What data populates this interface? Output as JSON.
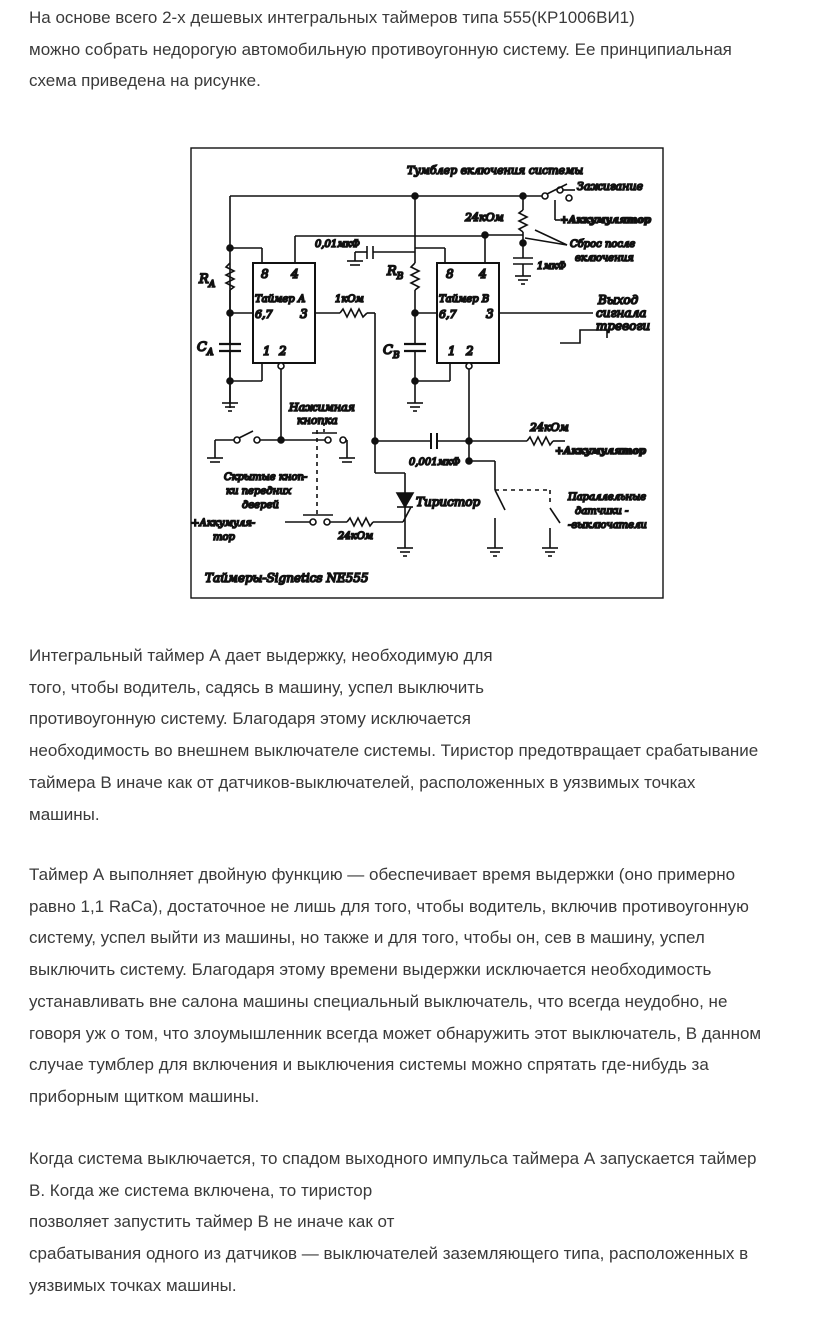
{
  "article": {
    "intro_lines": [
      "На основе всего 2-х дешевых интегральных таймеров типа 555(КР1006ВИ1)",
      "можно собрать недорогую автомобильную противоугонную систему. Ее принципиальная",
      "схема приведена на рисунке."
    ],
    "paragraph2_lines": [
      "Интегральный таймер А дает выдержку, необходимую для",
      "того, чтобы водитель, садясь в машину, успел выключить",
      "противоугонную систему. Благодаря этому исключается",
      "необходимость во внешнем выключателе системы. Тиристор предотвращает срабатывание",
      "таймера В иначе как от датчиков-выключателей, расположенных в уязвимых точках",
      "машины."
    ],
    "paragraph3_lines": [
      "Таймер А выполняет двойную функцию — обеспечивает время выдержки (оно примерно",
      "равно 1,1 RaCa), достаточное не лишь для того, чтобы водитель, включив противоугонную",
      "систему, успел выйти из машины, но также и для того, чтобы он, сев в машину, успел",
      "выключить систему. Благодаря этому времени выдержки исключается необходимость",
      "устанавливать вне салона машины специальный выключатель, что всегда неудобно, не",
      "говоря уж о том, что злоумышленник всегда может обнаружить этот выключатель, В данном",
      "случае тумблер для включения и выключения системы можно спрятать где-нибудь за",
      "приборным щитком машины."
    ],
    "paragraph4_lines": [
      "Когда система выключается, то спадом выходного импульса таймера А запускается таймер",
      "В. Когда же система включена, то тиристор",
      "позволяет запустить таймер В не иначе как от",
      "срабатывания одного из датчиков — выключателей заземляющего типа, расположенных в",
      "уязвимых точках машины."
    ]
  },
  "schematic": {
    "toggle_label": "Тумблер включения системы",
    "ignition": "Зажигание",
    "battery_top": "+Аккумулятор",
    "r_24k_top": "24кОм",
    "reset_label_1": "Сброс после",
    "reset_label_2": "включения",
    "c_1uf": "1мкФ",
    "c_001uf": "0,01мкФ",
    "timer_a": "Таймер А",
    "timer_b": "Таймер В",
    "ra": "R",
    "ra_sub": "A",
    "ca": "C",
    "ca_sub": "A",
    "rb": "R",
    "rb_sub": "B",
    "cb": "C",
    "cb_sub": "B",
    "pin_8": "8",
    "pin_4": "4",
    "pin_67": "6,7",
    "pin_3": "3",
    "pin_1": "1",
    "pin_2": "2",
    "r_1k": "1кОм",
    "output_1": "Выход",
    "output_2": "сигнала",
    "output_3": "тревоги",
    "push_button_1": "Нажимная",
    "push_button_2": "кнопка",
    "hidden_1": "Скрытые кноп-",
    "hidden_2": "ки передних",
    "hidden_3": "дверей",
    "battery_left_1": "+Аккумуля-",
    "battery_left_2": "тор",
    "r_24k_bottom": "24кОм",
    "thyristor": "Тиристор",
    "c_0001uf": "0,001мкФ",
    "r_24k_right": "24кОм",
    "battery_right": "+Аккумулятор",
    "parallel_1": "Параллельные",
    "parallel_2": "датчики -",
    "parallel_3": "-выключатели",
    "caption": "Таймеры-Signetics NE555"
  }
}
